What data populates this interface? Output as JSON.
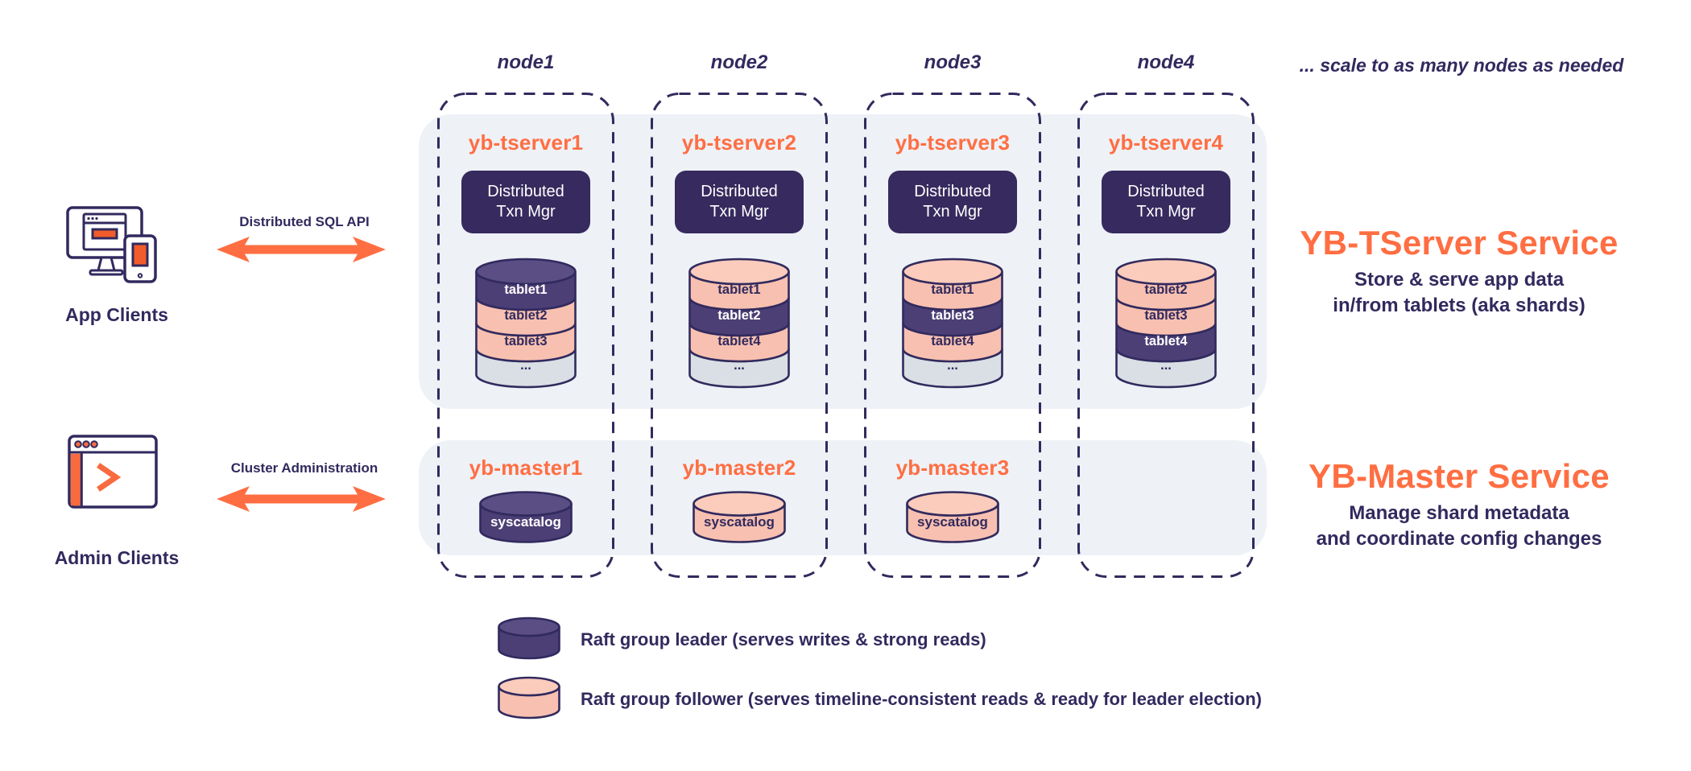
{
  "palette": {
    "orange": "#FF6E42",
    "dark_purple": "#312A5E",
    "txn_box_bg": "#362A5E",
    "leader_fill": "#4C3F75",
    "leader_top_fill": "#5B4E84",
    "follower_fill": "#F8C0B0",
    "follower_top_fill": "#FBCBBC",
    "ellipsis_band_fill": "#D9DFE4",
    "row_background": "#EEF1F6"
  },
  "header": {
    "scale_note": "... scale to as many nodes as needed"
  },
  "clients": {
    "app": {
      "label": "App Clients",
      "api_label": "Distributed SQL API"
    },
    "admin": {
      "label": "Admin Clients",
      "api_label": "Cluster Administration"
    }
  },
  "services": {
    "tserver": {
      "title": "YB-TServer Service",
      "desc_line1": "Store & serve app data",
      "desc_line2": "in/from tablets (aka shards)"
    },
    "master": {
      "title": "YB-Master Service",
      "desc_line1": "Manage shard metadata",
      "desc_line2": "and coordinate config changes"
    }
  },
  "labels": {
    "txn_line1": "Distributed",
    "txn_line2": "Txn Mgr",
    "syscatalog": "syscatalog"
  },
  "nodes": [
    {
      "name": "node1",
      "tserver": "yb-tserver1",
      "stack_top_fill": "#5B4E84",
      "tablets": [
        {
          "label": "tablet1",
          "role": "leader",
          "fill": "#4C3F75",
          "text_fill": "#FFFFFF"
        },
        {
          "label": "tablet2",
          "role": "follower",
          "fill": "#F8C0B0",
          "text_fill": "#312A5E"
        },
        {
          "label": "tablet3",
          "role": "follower",
          "fill": "#F8C0B0",
          "text_fill": "#312A5E"
        },
        {
          "label": "...",
          "role": "more",
          "fill": "#D9DFE4",
          "text_fill": "#312A5E"
        }
      ],
      "master": "yb-master1",
      "master_role": "leader",
      "master_fill": "#4C3F75",
      "master_top_fill": "#5B4E84",
      "master_text_fill": "#FFFFFF"
    },
    {
      "name": "node2",
      "tserver": "yb-tserver2",
      "stack_top_fill": "#FBCBBC",
      "tablets": [
        {
          "label": "tablet1",
          "role": "follower",
          "fill": "#F8C0B0",
          "text_fill": "#312A5E"
        },
        {
          "label": "tablet2",
          "role": "leader",
          "fill": "#4C3F75",
          "text_fill": "#FFFFFF"
        },
        {
          "label": "tablet4",
          "role": "follower",
          "fill": "#F8C0B0",
          "text_fill": "#312A5E"
        },
        {
          "label": "...",
          "role": "more",
          "fill": "#D9DFE4",
          "text_fill": "#312A5E"
        }
      ],
      "master": "yb-master2",
      "master_role": "follower",
      "master_fill": "#F8C0B0",
      "master_top_fill": "#FBCBBC",
      "master_text_fill": "#312A5E"
    },
    {
      "name": "node3",
      "tserver": "yb-tserver3",
      "stack_top_fill": "#FBCBBC",
      "tablets": [
        {
          "label": "tablet1",
          "role": "follower",
          "fill": "#F8C0B0",
          "text_fill": "#312A5E"
        },
        {
          "label": "tablet3",
          "role": "leader",
          "fill": "#4C3F75",
          "text_fill": "#FFFFFF"
        },
        {
          "label": "tablet4",
          "role": "follower",
          "fill": "#F8C0B0",
          "text_fill": "#312A5E"
        },
        {
          "label": "...",
          "role": "more",
          "fill": "#D9DFE4",
          "text_fill": "#312A5E"
        }
      ],
      "master": "yb-master3",
      "master_role": "follower",
      "master_fill": "#F8C0B0",
      "master_top_fill": "#FBCBBC",
      "master_text_fill": "#312A5E"
    },
    {
      "name": "node4",
      "tserver": "yb-tserver4",
      "stack_top_fill": "#FBCBBC",
      "tablets": [
        {
          "label": "tablet2",
          "role": "follower",
          "fill": "#F8C0B0",
          "text_fill": "#312A5E"
        },
        {
          "label": "tablet3",
          "role": "follower",
          "fill": "#F8C0B0",
          "text_fill": "#312A5E"
        },
        {
          "label": "tablet4",
          "role": "leader",
          "fill": "#4C3F75",
          "text_fill": "#FFFFFF"
        },
        {
          "label": "...",
          "role": "more",
          "fill": "#D9DFE4",
          "text_fill": "#312A5E"
        }
      ]
    }
  ],
  "legend": [
    {
      "role": "leader",
      "fill": "#4C3F75",
      "top_fill": "#5B4E84",
      "label": "Raft group leader (serves writes & strong reads)"
    },
    {
      "role": "follower",
      "fill": "#F8C0B0",
      "top_fill": "#FBCBBC",
      "label": "Raft group follower (serves timeline-consistent reads & ready for leader election)"
    }
  ]
}
